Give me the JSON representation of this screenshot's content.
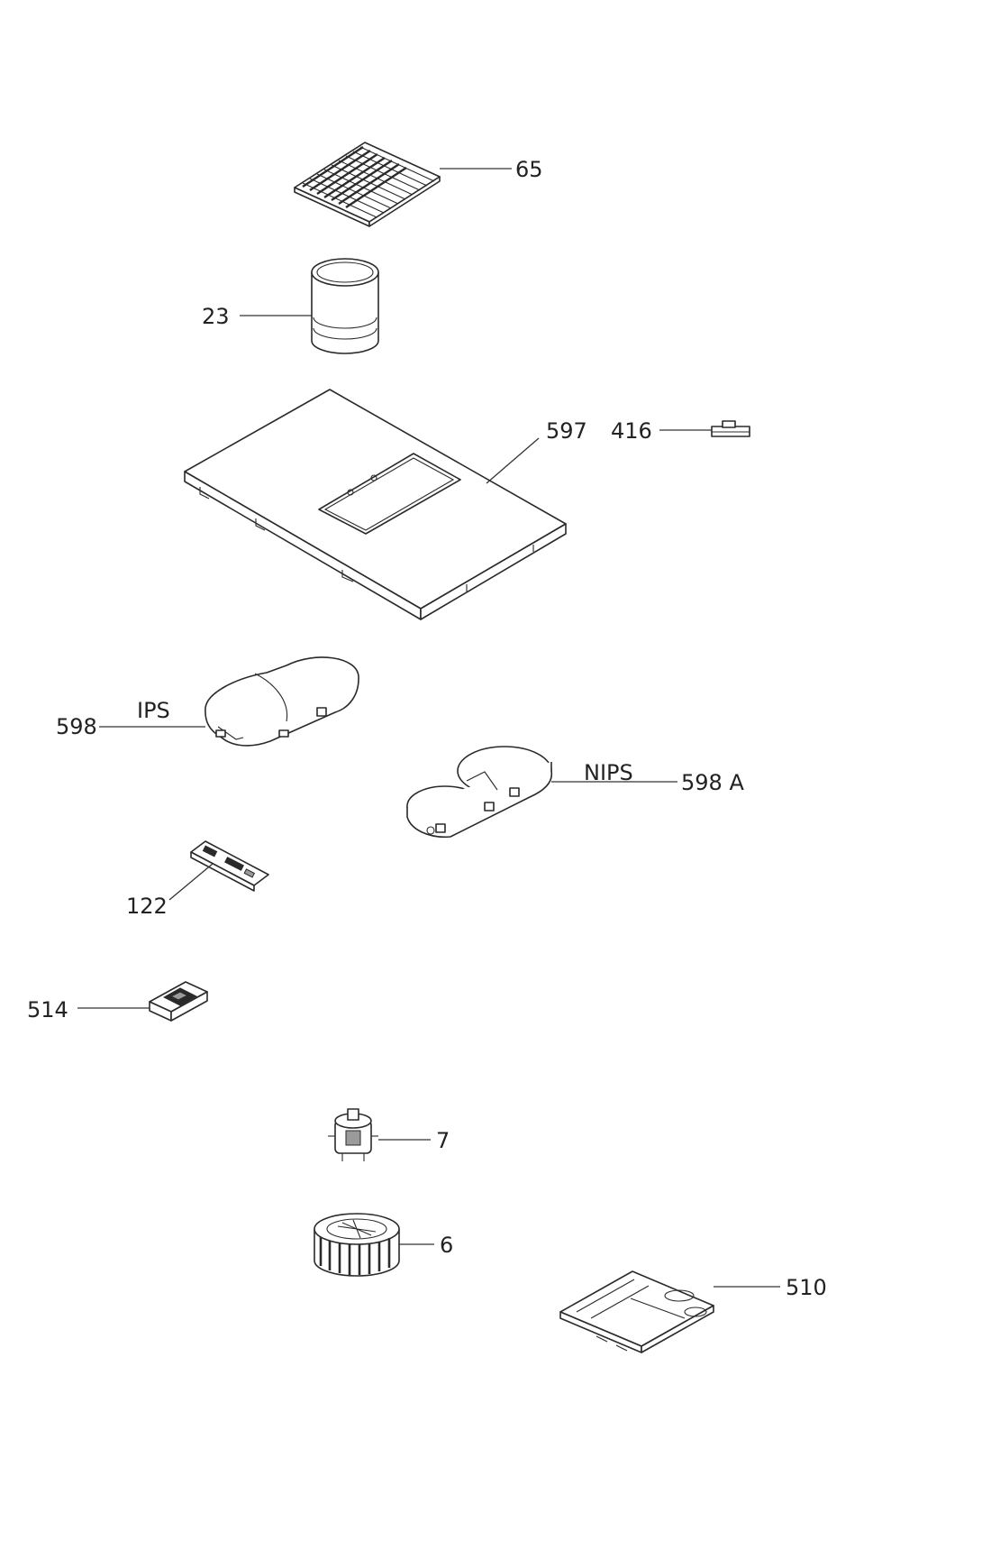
{
  "parts": [
    {
      "id": "grille",
      "label": "65"
    },
    {
      "id": "filter",
      "label": "23"
    },
    {
      "id": "hob",
      "label": "597"
    },
    {
      "id": "clip",
      "label": "416"
    },
    {
      "id": "ips-module",
      "label": "598",
      "name": "IPS"
    },
    {
      "id": "nips-module",
      "label": "598 A",
      "name": "NIPS"
    },
    {
      "id": "control-board",
      "label": "122"
    },
    {
      "id": "touch-module",
      "label": "514"
    },
    {
      "id": "motor",
      "label": "7"
    },
    {
      "id": "fan-wheel",
      "label": "6"
    },
    {
      "id": "bracket",
      "label": "510"
    }
  ]
}
